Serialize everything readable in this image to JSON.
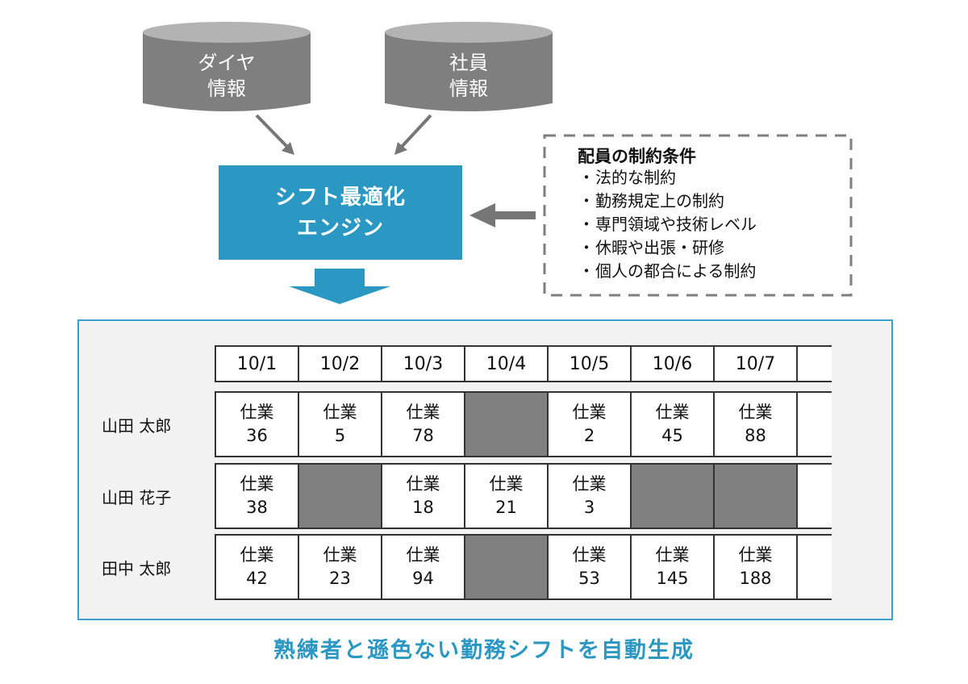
{
  "sources": [
    {
      "line1": "ダイヤ",
      "line2": "情報",
      "icon": "database-icon"
    },
    {
      "line1": "社員",
      "line2": "情報",
      "icon": "database-icon"
    }
  ],
  "engine": {
    "line1": "シフト最適化",
    "line2": "エンジン"
  },
  "constraints": {
    "title": "配員の制約条件",
    "bullet": "・",
    "items": [
      "法的な制約",
      "勤務規定上の制約",
      "専門領域や技術レベル",
      "休暇や出張・研修",
      "個人の都合による制約"
    ]
  },
  "schedule": {
    "dates": [
      "10/1",
      "10/2",
      "10/3",
      "10/4",
      "10/5",
      "10/6",
      "10/7"
    ],
    "task_label": "仕業",
    "staff": [
      {
        "name": "山田 太郎",
        "shifts": [
          "36",
          "5",
          "78",
          null,
          "2",
          "45",
          "88"
        ]
      },
      {
        "name": "山田 花子",
        "shifts": [
          "38",
          null,
          "18",
          "21",
          "3",
          null,
          null
        ]
      },
      {
        "name": "田中 太郎",
        "shifts": [
          "42",
          "23",
          "94",
          null,
          "53",
          "145",
          "188"
        ]
      }
    ]
  },
  "caption": "熟練者と遜色ない勤務シフトを自動生成",
  "colors": {
    "accent": "#2b97c3",
    "cylinder_body": "#7f7f7f",
    "cylinder_top": "#b3b3b3",
    "day_off": "#808080",
    "arrow": "#767676"
  }
}
